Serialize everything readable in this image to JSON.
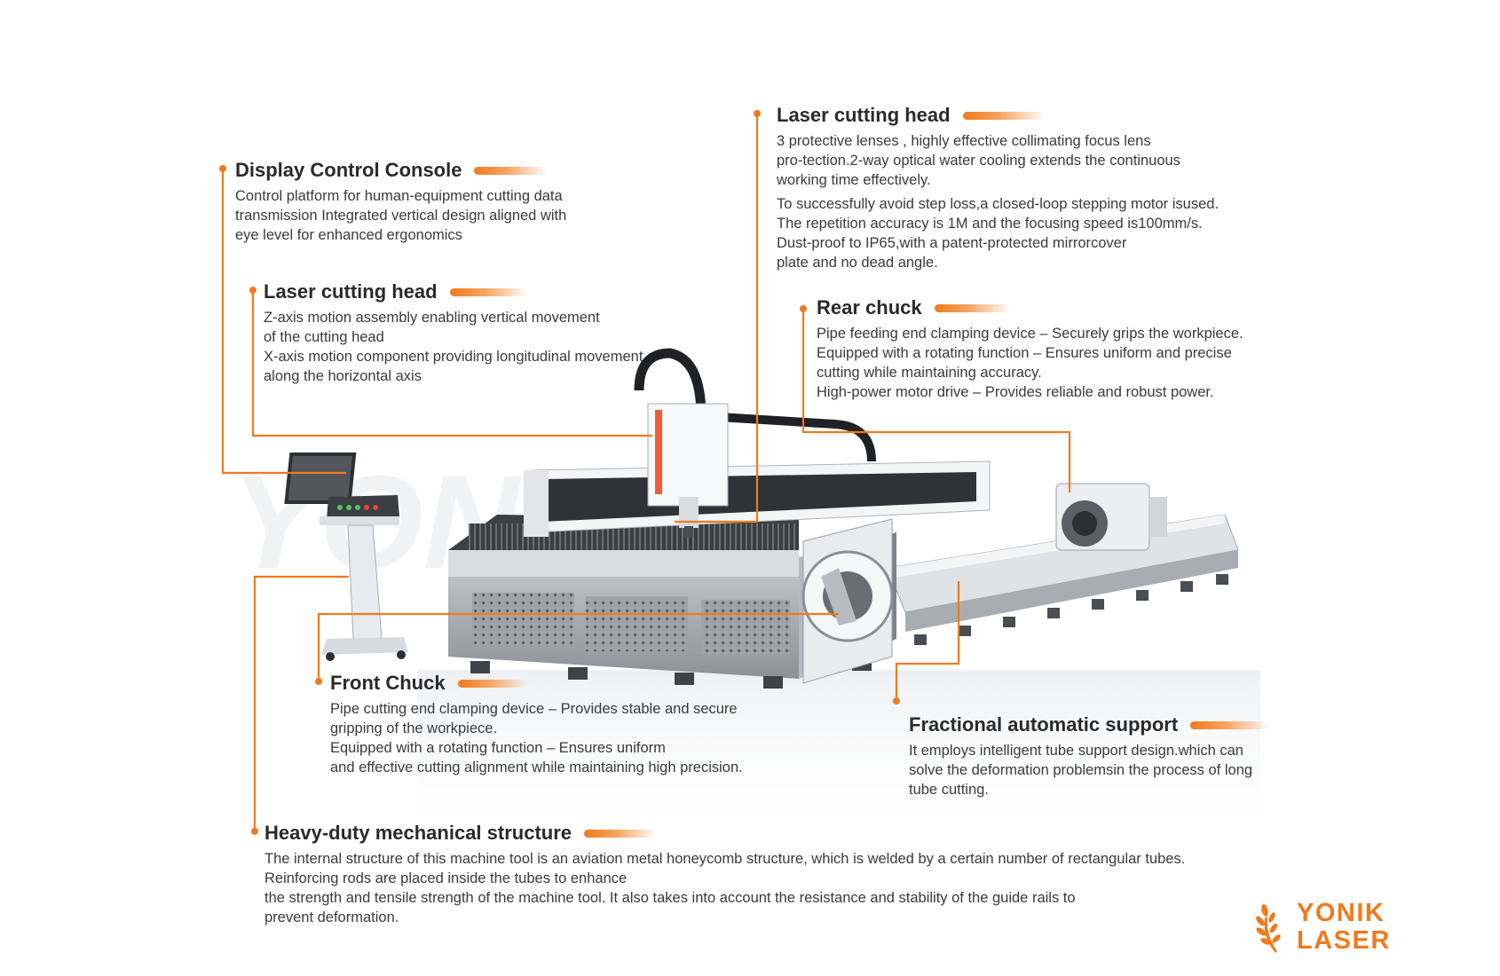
{
  "colors": {
    "accent": "#f07a1e",
    "title": "#2a2a2a",
    "text": "#3a3a3a"
  },
  "callouts": {
    "console": {
      "title": "Display Control Console",
      "lines": [
        "Control platform for human-equipment cutting data",
        "transmission Integrated vertical design aligned with",
        "eye level for enhanced ergonomics"
      ]
    },
    "head_left": {
      "title": "Laser cutting head",
      "lines": [
        "Z-axis motion assembly enabling vertical movement",
        "of the cutting head",
        "X-axis motion component providing longitudinal movement",
        "along the horizontal axis"
      ]
    },
    "head_top": {
      "title": "Laser cutting head",
      "lines_a": [
        "3 protective lenses , highly effective collimating focus lens",
        "pro-tection.2-way optical water cooling extends the continuous",
        "working time effectively."
      ],
      "lines_b": [
        "To successfully avoid step loss,a closed-loop stepping motor isused.",
        "The repetition accuracy is 1M and the focusing speed is100mm/s.",
        "Dust-proof to IP65,with a patent-protected mirrorcover",
        "plate and no dead angle."
      ]
    },
    "rear_chuck": {
      "title": "Rear chuck",
      "lines": [
        "Pipe feeding end clamping device – Securely grips the workpiece.",
        "Equipped with a rotating function – Ensures uniform and precise",
        "cutting while maintaining accuracy.",
        "High-power motor drive – Provides reliable and robust power."
      ]
    },
    "front_chuck": {
      "title": "Front Chuck",
      "lines": [
        "Pipe cutting end clamping device – Provides stable and secure",
        "gripping of the workpiece.",
        "Equipped with a rotating function – Ensures uniform",
        "and effective cutting alignment while maintaining high precision."
      ]
    },
    "support": {
      "title": "Fractional automatic support",
      "lines": [
        "It employs intelligent tube support design.which can",
        "solve the deformation problemsin the process of long",
        "tube cutting."
      ]
    },
    "structure": {
      "title": "Heavy-duty mechanical structure",
      "lines": [
        "The internal structure of this machine tool is an aviation metal honeycomb structure, which is welded by a certain number of rectangular tubes.",
        "Reinforcing rods are placed inside the tubes to enhance",
        "the strength and tensile strength of the machine tool. It also takes into account the resistance and stability of the guide rails to",
        "prevent deformation."
      ]
    }
  },
  "logo": {
    "line1": "YONIK",
    "line2": "LASER",
    "icon": "wheat-laurel-icon"
  },
  "product_image": {
    "icon": "fiber-laser-tube-sheet-cutting-machine-icon"
  }
}
